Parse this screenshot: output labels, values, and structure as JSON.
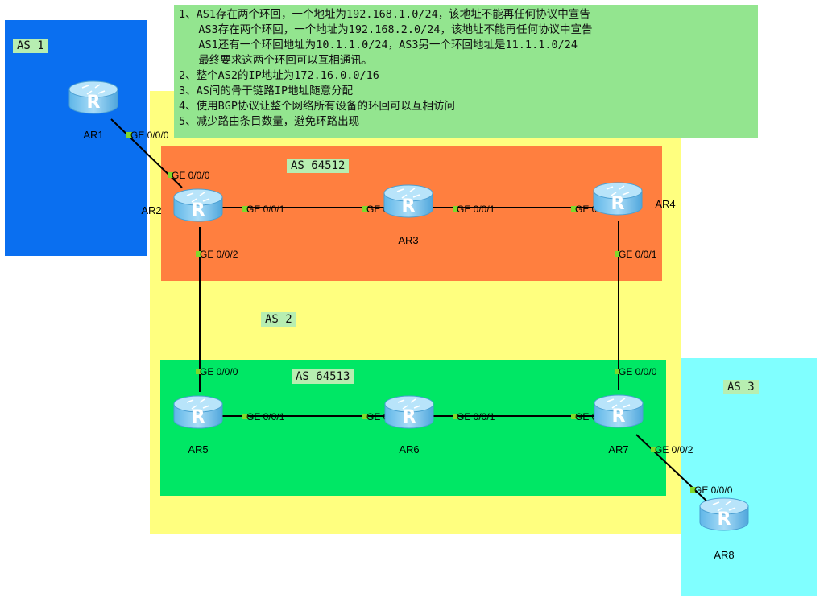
{
  "zones": [
    {
      "id": "as2",
      "label": "AS 2",
      "color": "#ffff7f"
    },
    {
      "id": "as1",
      "label": "AS 1",
      "color": "#0a6ff0"
    },
    {
      "id": "as3",
      "label": "AS 3",
      "color": "#80ffff"
    },
    {
      "id": "as64512",
      "label": "AS 64512",
      "color": "#ff7f3f"
    },
    {
      "id": "as64513",
      "label": "AS 64513",
      "color": "#00e765"
    }
  ],
  "requirements": [
    "1、AS1存在两个环回，一个地址为192.168.1.0/24，该地址不能再任何协议中宣告",
    "   AS3存在两个环回，一个地址为192.168.2.0/24，该地址不能再任何协议中宣告",
    "   AS1还有一个环回地址为10.1.1.0/24，AS3另一个环回地址是11.1.1.0/24",
    "   最终要求这两个环回可以互相通讯。",
    "2、整个AS2的IP地址为172.16.0.0/16",
    "3、AS间的骨干链路IP地址随意分配",
    "4、使用BGP协议让整个网络所有设备的环回可以互相访问",
    "5、减少路由条目数量，避免环路出现"
  ],
  "routers": [
    {
      "id": "AR1",
      "label": "AR1"
    },
    {
      "id": "AR2",
      "label": "AR2"
    },
    {
      "id": "AR3",
      "label": "AR3"
    },
    {
      "id": "AR4",
      "label": "AR4"
    },
    {
      "id": "AR5",
      "label": "AR5"
    },
    {
      "id": "AR6",
      "label": "AR6"
    },
    {
      "id": "AR7",
      "label": "AR7"
    },
    {
      "id": "AR8",
      "label": "AR8"
    }
  ],
  "links": [
    {
      "from": "AR1",
      "from_port": "GE 0/0/0",
      "to": "AR2",
      "to_port": "GE 0/0/0"
    },
    {
      "from": "AR2",
      "from_port": "GE 0/0/1",
      "to": "AR3",
      "to_port": "GE 0/0/0"
    },
    {
      "from": "AR3",
      "from_port": "GE 0/0/1",
      "to": "AR4",
      "to_port": "GE 0/0/0"
    },
    {
      "from": "AR2",
      "from_port": "GE 0/0/2",
      "to": "AR5",
      "to_port": "GE 0/0/0"
    },
    {
      "from": "AR4",
      "from_port": "GE 0/0/1",
      "to": "AR7",
      "to_port": "GE 0/0/0"
    },
    {
      "from": "AR5",
      "from_port": "GE 0/0/1",
      "to": "AR6",
      "to_port": "GE 0/0/0"
    },
    {
      "from": "AR6",
      "from_port": "GE 0/0/1",
      "to": "AR7",
      "to_port": "GE 0/0/1"
    },
    {
      "from": "AR7",
      "from_port": "GE 0/0/2",
      "to": "AR8",
      "to_port": "GE 0/0/0"
    }
  ]
}
